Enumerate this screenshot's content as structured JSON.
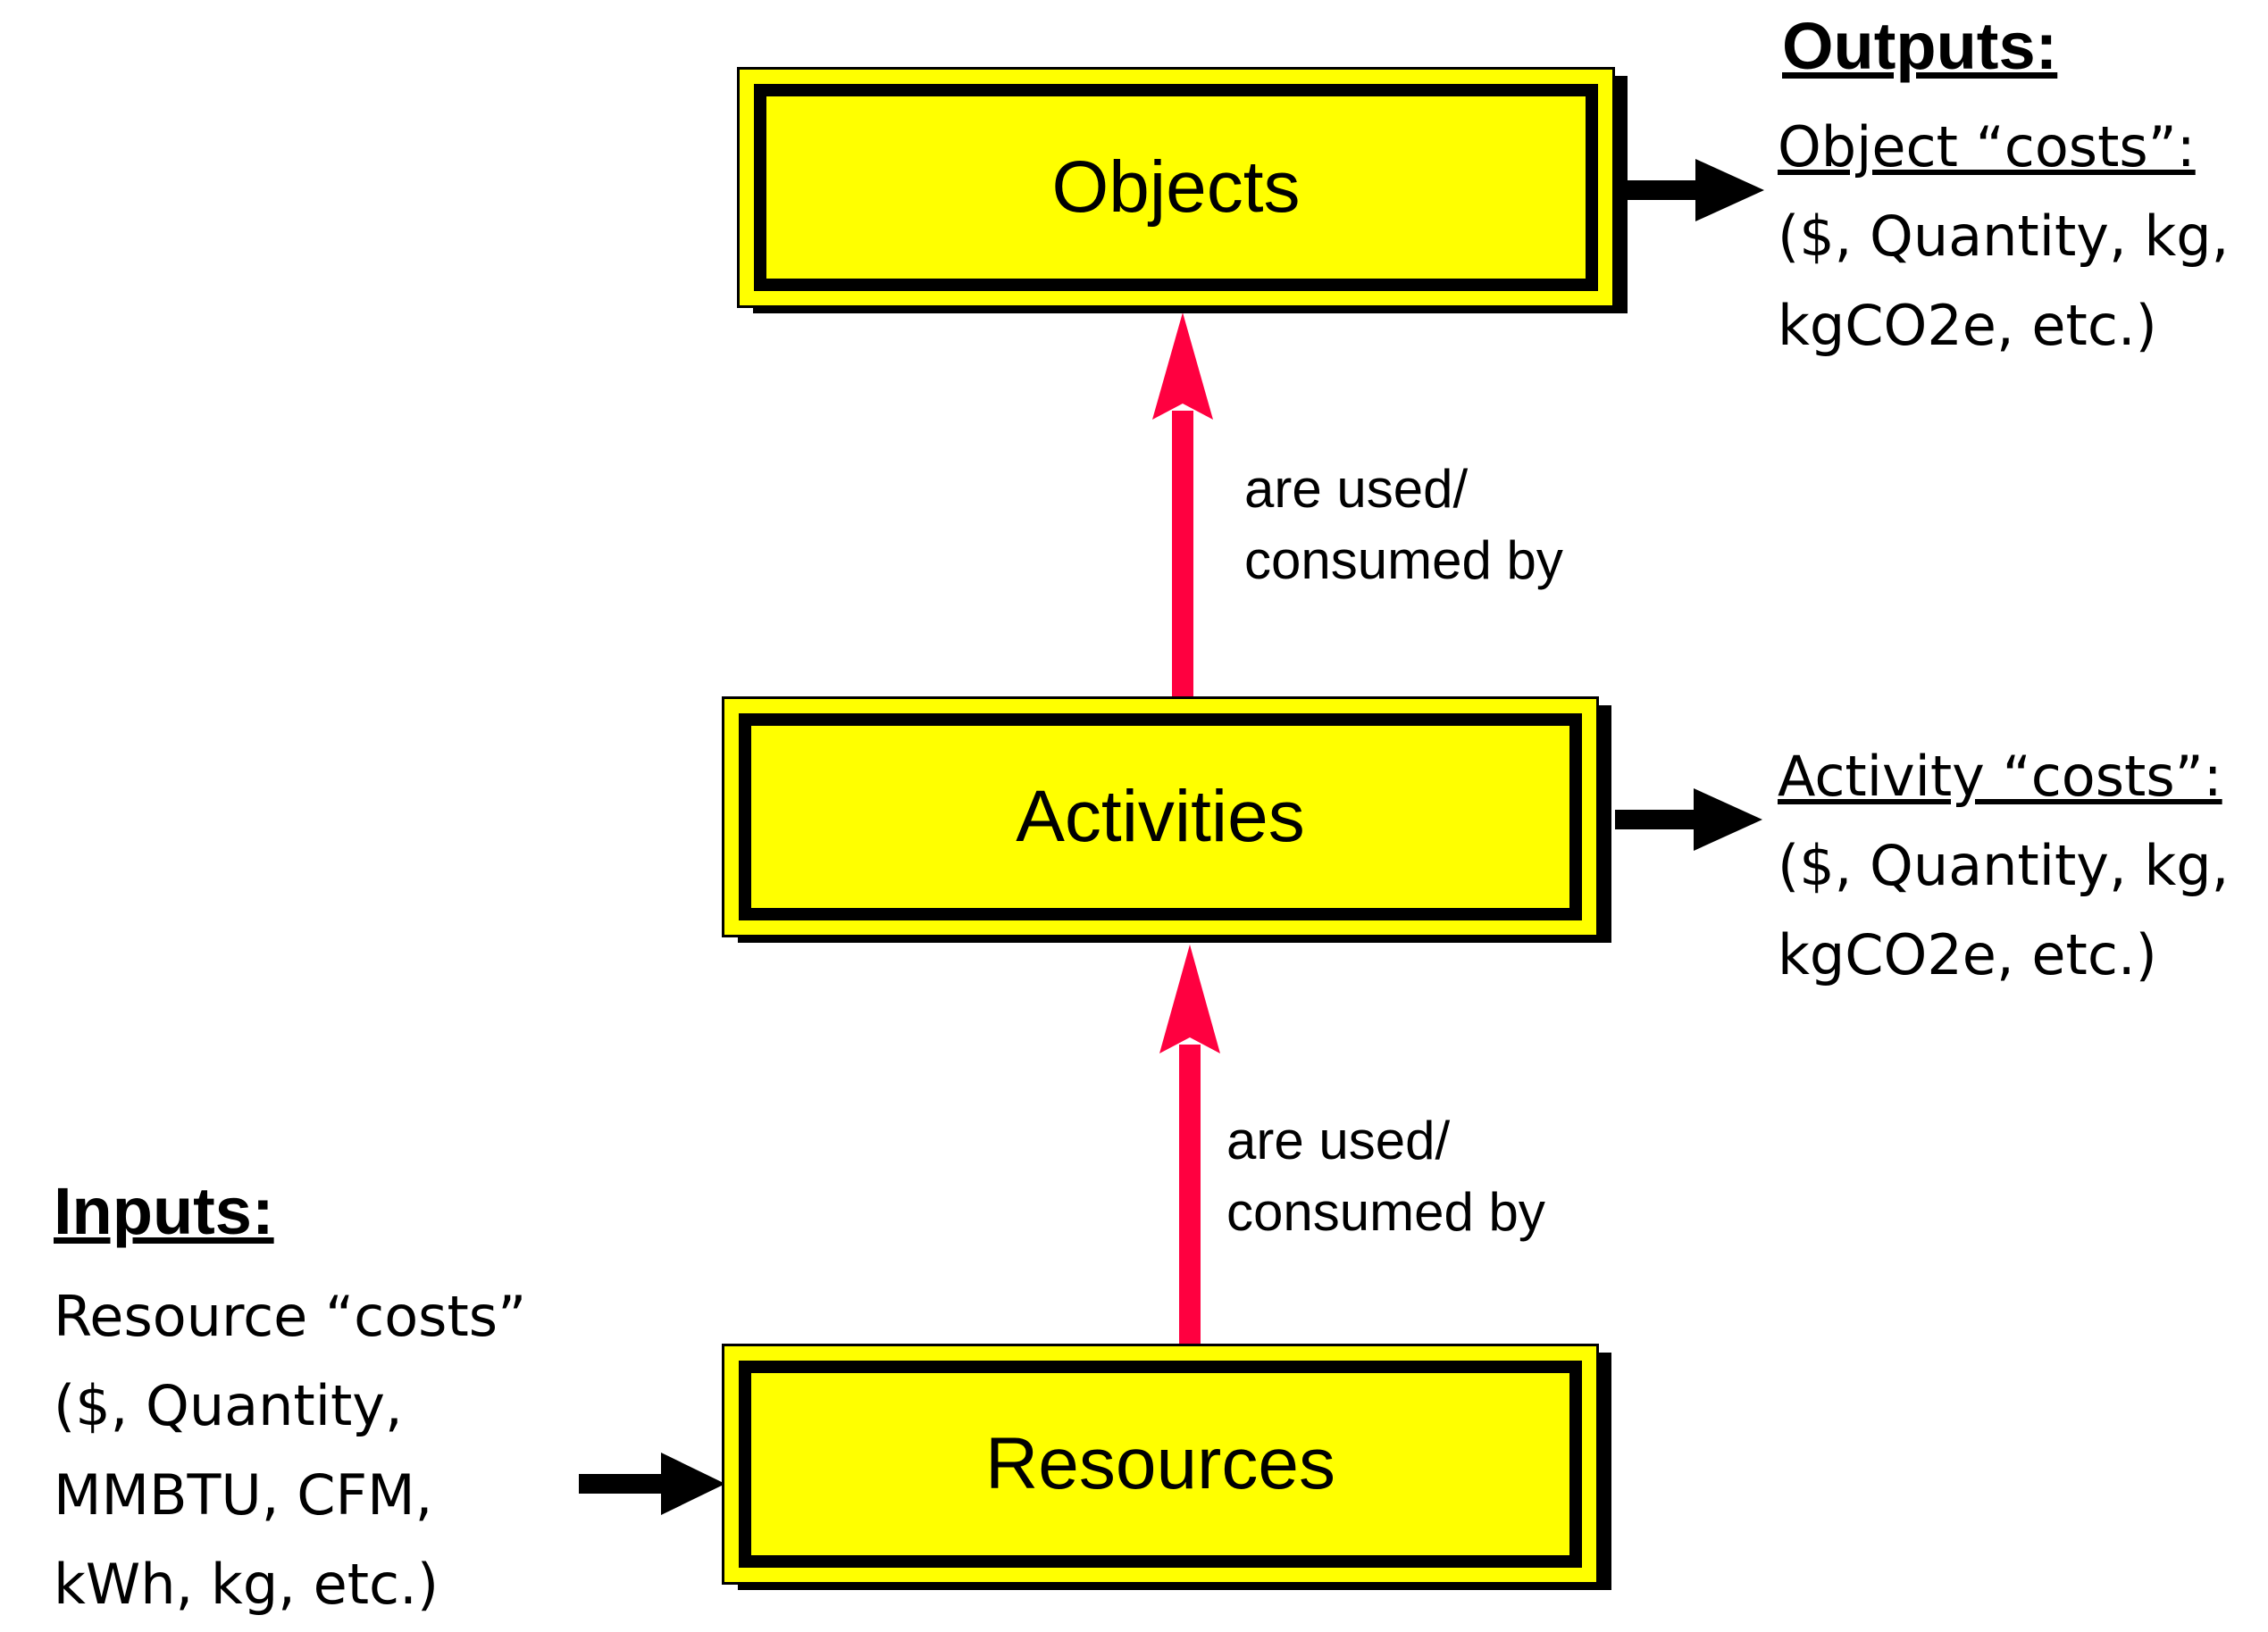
{
  "nodes": {
    "objects": "Objects",
    "activities": "Activities",
    "resources": "Resources"
  },
  "edges": {
    "activities_to_objects": [
      "are used/",
      "consumed by"
    ],
    "resources_to_activities": [
      "are used/",
      "consumed by"
    ]
  },
  "outputs": {
    "heading": "Outputs:",
    "title": "Object “costs”:",
    "lines": [
      "($, Quantity, kg,",
      "kgCO2e, etc.)"
    ]
  },
  "activity_outputs": {
    "title": "Activity “costs”:",
    "lines": [
      "($, Quantity, kg,",
      "kgCO2e, etc.)"
    ]
  },
  "inputs": {
    "heading": "Inputs:",
    "title": "Resource “costs”",
    "lines": [
      "($, Quantity,",
      "MMBTU, CFM,",
      "kWh, kg, etc.)"
    ]
  },
  "colors": {
    "box_fill": "#ffff00",
    "box_border": "#000000",
    "flow_arrow": "#ff0040",
    "io_arrow": "#000000"
  }
}
